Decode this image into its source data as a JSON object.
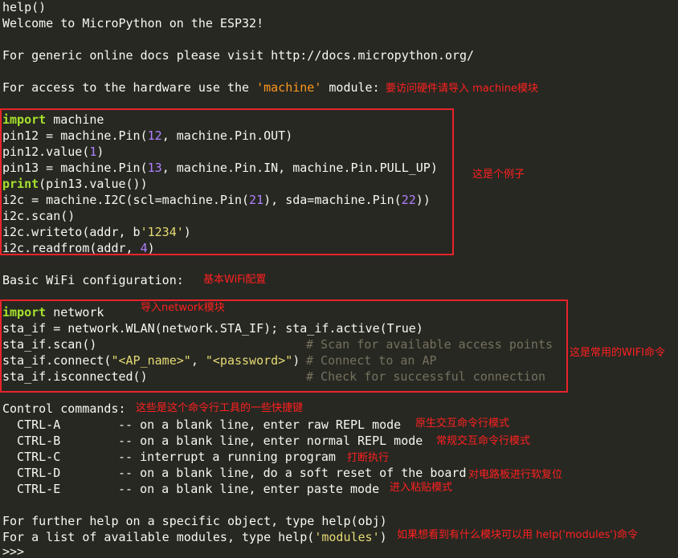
{
  "terminal": {
    "lines": {
      "help_call": "help()",
      "welcome": "Welcome to MicroPython on the ESP32!",
      "docs_prefix": "For generic online docs please visit ",
      "docs_url": "http://docs.micropython.org/",
      "hw_prefix": "For access to the hardware use the ",
      "hw_module": "'machine'",
      "hw_suffix": " module:",
      "ex_import_kw": "import",
      "ex_import_rest": " machine",
      "ex_pin12_a": "pin12 = machine.Pin(",
      "ex_pin12_num": "12",
      "ex_pin12_b": ", machine.Pin.OUT)",
      "ex_value_a": "pin12.value(",
      "ex_value_num": "1",
      "ex_value_b": ")",
      "ex_pin13_a": "pin13 = machine.Pin(",
      "ex_pin13_num": "13",
      "ex_pin13_b": ", machine.Pin.IN, machine.Pin.PULL_UP)",
      "ex_print_kw": "print",
      "ex_print_rest": "(pin13.value())",
      "ex_i2c_a": "i2c = machine.I2C(scl=machine.Pin(",
      "ex_i2c_n1": "21",
      "ex_i2c_b": "), sda=machine.Pin(",
      "ex_i2c_n2": "22",
      "ex_i2c_c": "))",
      "ex_scan": "i2c.scan()",
      "ex_writeto_a": "i2c.writeto(addr, b",
      "ex_writeto_str": "'1234'",
      "ex_writeto_b": ")",
      "ex_readfrom_a": "i2c.readfrom(addr, ",
      "ex_readfrom_num": "4",
      "ex_readfrom_b": ")",
      "wifi_header": "Basic WiFi configuration:",
      "net_import_kw": "import",
      "net_import_rest": " network",
      "net_wlan": "sta_if = network.WLAN(network.STA_IF); sta_if.active(True)",
      "net_scan": "sta_if.scan()",
      "net_scan_cmt": "# Scan for available access points",
      "net_connect_a": "sta_if.connect(",
      "net_connect_s1": "\"<AP_name>\"",
      "net_connect_b": ", ",
      "net_connect_s2": "\"<password>\"",
      "net_connect_c": ")",
      "net_connect_cmt": "# Connect to an AP",
      "net_isconn": "sta_if.isconnected()",
      "net_isconn_cmt": "# Check for successful connection",
      "ctrl_header": "Control commands:",
      "ctrl_a_key": "  CTRL-A",
      "ctrl_a_desc": "-- on a blank line, enter raw REPL mode",
      "ctrl_b_key": "  CTRL-B",
      "ctrl_b_desc": "-- on a blank line, enter normal REPL mode",
      "ctrl_c_key": "  CTRL-C",
      "ctrl_c_desc": "-- interrupt a running program",
      "ctrl_d_key": "  CTRL-D",
      "ctrl_d_desc": "-- on a blank line, do a soft reset of the board",
      "ctrl_e_key": "  CTRL-E",
      "ctrl_e_desc": "-- on a blank line, enter paste mode",
      "further_help": "For further help on a specific object, type help(obj)",
      "modules_prefix": "For a list of available modules, type help(",
      "modules_str": "'modules'",
      "modules_suffix": ")",
      "prompt": ">>>"
    }
  },
  "annotations": {
    "machine_module": "要访问硬件请导入 machine模块",
    "example": "这是个例子",
    "wifi_config": "基本WiFi配置",
    "network_module": "导入network模块",
    "wifi_commands": "这是常用的WIFI命令",
    "shortcuts": "这些是这个命令行工具的一些快捷键",
    "ctrl_a": "原生交互命令行模式",
    "ctrl_b": "常规交互命令行模式",
    "ctrl_c": "打断执行",
    "ctrl_d": "对电路板进行软复位",
    "ctrl_e": "进入粘贴模式",
    "modules_help": "如果想看到有什么模块可以用 help('modules')命令"
  },
  "colors": {
    "background": "#272822",
    "text": "#f8f8f2",
    "keyword": "#a6e22e",
    "number": "#ae81ff",
    "string": "#e6db74",
    "comment": "#75715e",
    "annotation": "#ff2020",
    "box": "#e8232a"
  }
}
